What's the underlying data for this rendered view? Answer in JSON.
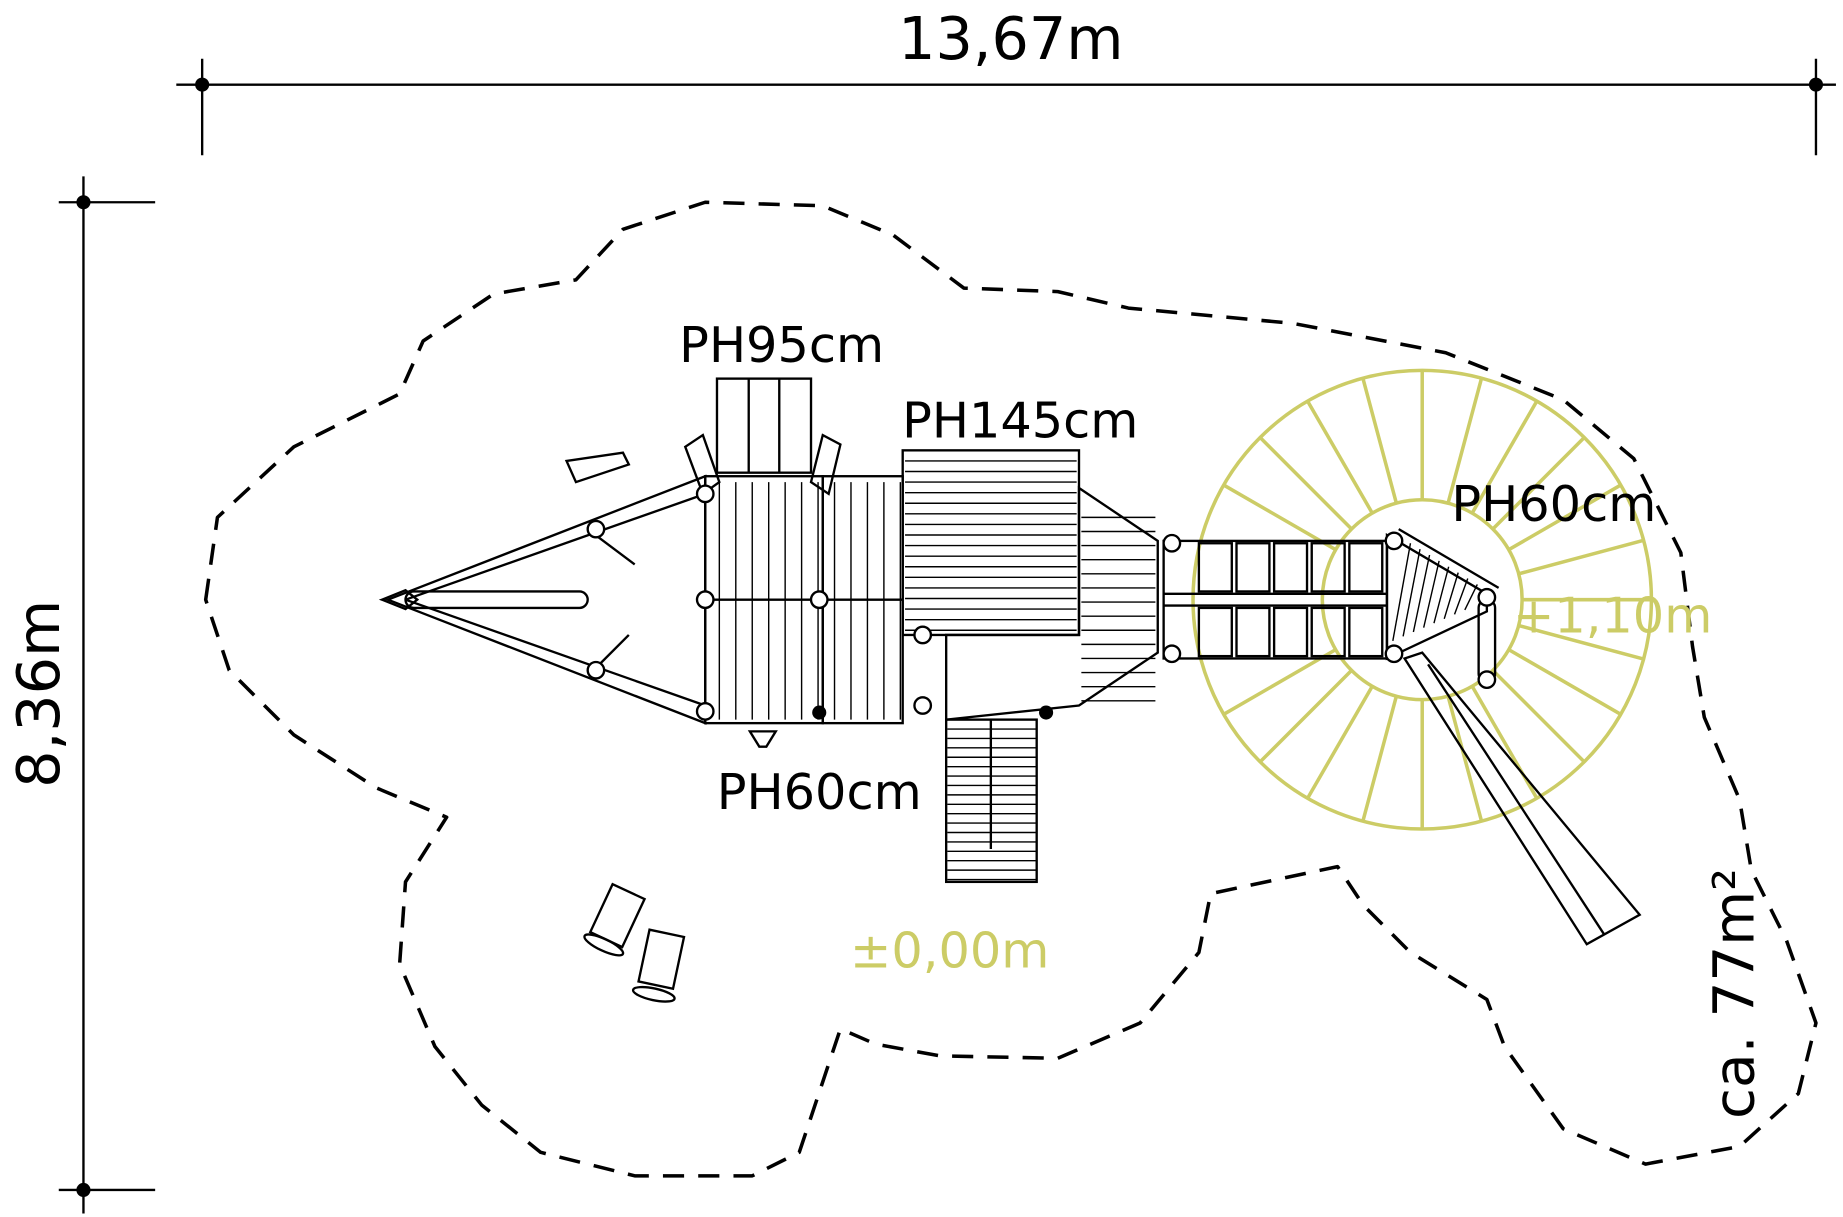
{
  "dimensions": {
    "width": "13,67m",
    "depth": "8,36m"
  },
  "area": "ca. 77m²",
  "labels": {
    "ph95": "PH95cm",
    "ph145": "PH145cm",
    "ph60_right": "PH60cm",
    "ph60_bottom": "PH60cm",
    "slide_height": "+1,10m",
    "ground_level": "±0,00m"
  },
  "colors": {
    "accent": "#cccc66",
    "line": "#000000"
  }
}
